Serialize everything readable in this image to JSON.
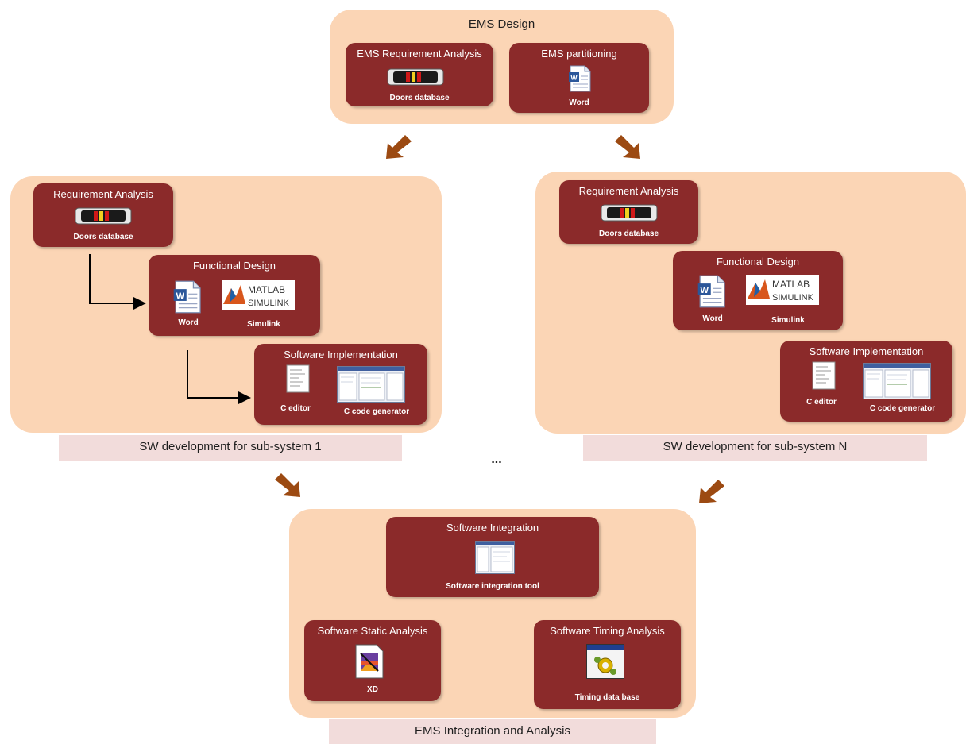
{
  "top_group": {
    "title": "EMS Design",
    "req_box": {
      "title": "EMS Requirement Analysis",
      "caption": "Doors database",
      "icon": "doors-database-icon"
    },
    "part_box": {
      "title": "EMS partitioning",
      "caption": "Word",
      "icon": "word-document-icon"
    }
  },
  "sub1": {
    "req": {
      "title": "Requirement Analysis",
      "caption": "Doors database"
    },
    "func": {
      "title": "Functional Design",
      "word": "Word",
      "simulink": "Simulink",
      "matlab_logo": "MATLAB",
      "simulink_logo": "SIMULINK"
    },
    "impl": {
      "title": "Software Implementation",
      "editor": "C editor",
      "generator": "C code generator"
    },
    "label": "SW development for sub-system 1"
  },
  "subN": {
    "req": {
      "title": "Requirement Analysis",
      "caption": "Doors database"
    },
    "func": {
      "title": "Functional Design",
      "word": "Word",
      "simulink": "Simulink",
      "matlab_logo": "MATLAB",
      "simulink_logo": "SIMULINK"
    },
    "impl": {
      "title": "Software Implementation",
      "editor": "C editor",
      "generator": "C code generator"
    },
    "label": "SW development for sub-system N"
  },
  "ellipsis": "...",
  "bottom_group": {
    "integration": {
      "title": "Software Integration",
      "caption": "Software integration tool"
    },
    "static": {
      "title": "Software  Static Analysis",
      "caption": "XD"
    },
    "timing": {
      "title": "Software  Timing Analysis",
      "caption": "Timing data base"
    },
    "label": "EMS Integration and Analysis"
  },
  "colors": {
    "group_fill": "#fbd5b5",
    "box_fill": "#8b2a2a",
    "label_fill": "#f2dcdb",
    "big_arrow": "#9c4a12"
  }
}
